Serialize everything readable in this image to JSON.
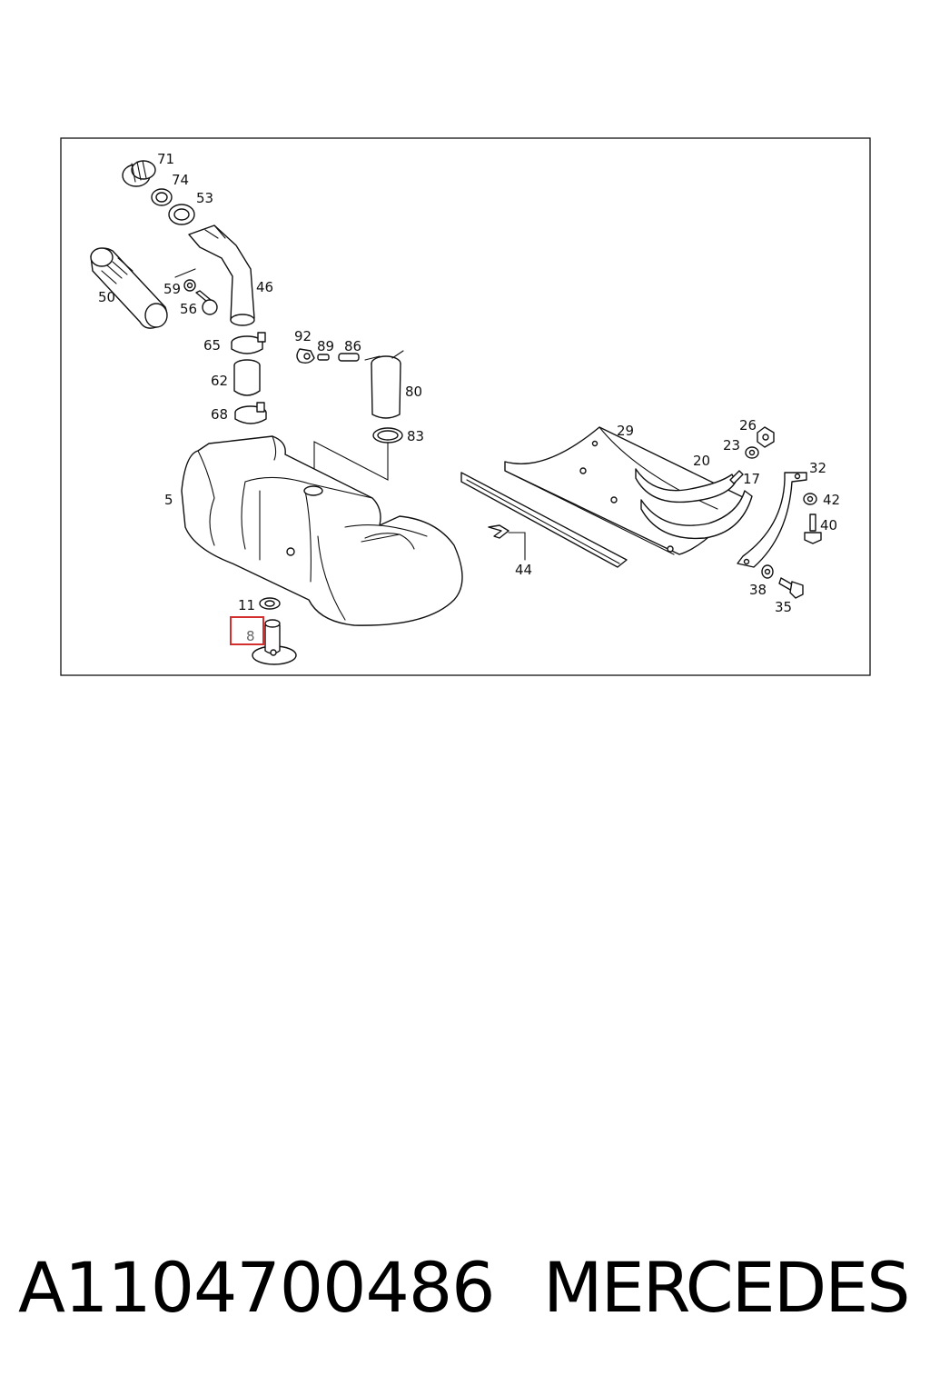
{
  "part_number": "A1104700486",
  "brand": "MERCEDES",
  "highlighted_label": "8",
  "colors": {
    "highlight": "#d32f2f",
    "line": "#111111",
    "background": "#ffffff"
  },
  "callouts": {
    "c71": "71",
    "c74": "74",
    "c53": "53",
    "c50": "50",
    "c59": "59",
    "c56": "56",
    "c46": "46",
    "c65": "65",
    "c62": "62",
    "c68": "68",
    "c92": "92",
    "c89": "89",
    "c86": "86",
    "c80": "80",
    "c83": "83",
    "c5": "5",
    "c11": "11",
    "c29": "29",
    "c26": "26",
    "c23": "23",
    "c20": "20",
    "c17": "17",
    "c32": "32",
    "c42": "42",
    "c40": "40",
    "c44": "44",
    "c38": "38",
    "c35": "35"
  }
}
